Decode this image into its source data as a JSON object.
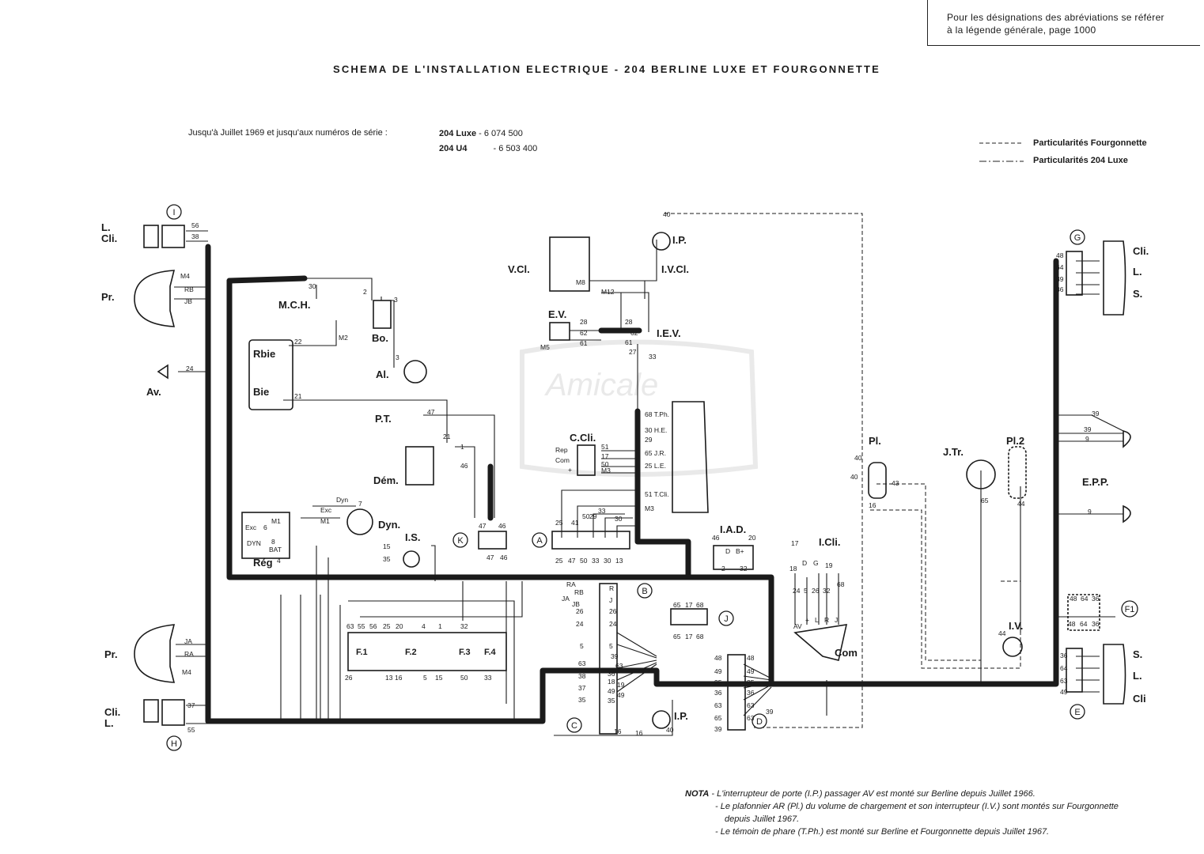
{
  "reference_note": [
    "Pour les désignations des abréviations se référer",
    "à la légende générale, page 1000"
  ],
  "title": "SCHEMA DE L'INSTALLATION ELECTRIQUE - 204 BERLINE LUXE ET FOURGONNETTE",
  "serial_intro": "Jusqu'à Juillet 1969 et jusqu'aux numéros de série :",
  "models": [
    {
      "name": "204 Luxe",
      "serial": "- 6 074 500"
    },
    {
      "name": "204 U4",
      "serial": "- 6 503 400"
    }
  ],
  "legend": [
    {
      "line": "dashed",
      "label": "Particularités Fourgonnette"
    },
    {
      "line": "dash-dot",
      "label": "Particularités 204 Luxe"
    }
  ],
  "watermark": "Amicale",
  "components": {
    "l_cli_top": "L.\nCli.",
    "pr_top": "Pr.",
    "av": "Av.",
    "pr_bottom": "Pr.",
    "cli_l_bottom": "Cli.\nL.",
    "mch": "M.C.H.",
    "rbie": "Rbie",
    "bie": "Bie",
    "bo": "Bo.",
    "al": "Al.",
    "pt": "P.T.",
    "dem": "Dém.",
    "dyn": "Dyn.",
    "reg": "Rég",
    "is": "I.S.",
    "vcl": "V.Cl.",
    "ip_top": "I.P.",
    "ivcl": "I.V.Cl.",
    "ev": "E.V.",
    "iev": "I.E.V.",
    "ccli": "C.Cli.",
    "iad": "I.A.D.",
    "icli": "I.Cli.",
    "com": "Com",
    "ip_bottom": "I.P.",
    "pl": "Pl.",
    "jtr": "J.Tr.",
    "pl2": "Pl.2",
    "iv": "I.V.",
    "epp": "E.P.P.",
    "cli_right": "Cli.",
    "l_right": "L.",
    "s_right": "S.",
    "s_right_b": "S.",
    "l_right_b": "L.",
    "cli_right_b": "Cli"
  },
  "connectors": [
    "I",
    "G",
    "K",
    "A",
    "B",
    "J",
    "C",
    "D",
    "H",
    "E",
    "F1"
  ],
  "fuses": [
    "F.1",
    "F.2",
    "F.3",
    "F.4"
  ],
  "wire_labels": {
    "top_left": [
      "56",
      "38"
    ],
    "pr_top": [
      "M4",
      "RB",
      "JB"
    ],
    "av": "24",
    "pr_bottom": [
      "JA",
      "RA",
      "M4"
    ],
    "cli_bottom": [
      "37",
      "55"
    ],
    "mch": "30",
    "bo": [
      "2",
      "3",
      "3"
    ],
    "m2": "M2",
    "rbie": "22",
    "bie": "21",
    "pt": [
      "47",
      "21"
    ],
    "dem": [
      "1",
      "46"
    ],
    "reg": [
      "Dyn",
      "Exc",
      "M1",
      "7",
      "6",
      "8",
      "Exc",
      "M1",
      "DYN",
      "BAT",
      "4"
    ],
    "is": [
      "15",
      "35"
    ],
    "k": [
      "47",
      "46",
      "47",
      "46"
    ],
    "a_top": [
      "25",
      "41",
      "50",
      "29",
      "33",
      "30"
    ],
    "a_bottom": [
      "25",
      "47",
      "50",
      "33",
      "30",
      "13"
    ],
    "vcl": [
      "M8",
      "M12"
    ],
    "ip_top": "40",
    "ev": [
      "28",
      "62",
      "61",
      "M5",
      "28",
      "62",
      "61",
      "27",
      "33"
    ],
    "ccli": [
      "Rep",
      "Com",
      "+",
      "51",
      "17",
      "50",
      "M3"
    ],
    "dash": [
      "68 T.Ph.",
      "30 H.E.",
      "29",
      "65 J.R.",
      "25 L.E.",
      "51 T.Cli.",
      "M3"
    ],
    "iad": [
      "46",
      "20",
      "D",
      "B+",
      "2",
      "32"
    ],
    "j": [
      "65",
      "17",
      "68",
      "65",
      "17",
      "68"
    ],
    "b": [
      "RA",
      "RB",
      "JA",
      "JB",
      "26",
      "24",
      "5",
      "R",
      "J",
      "26",
      "24",
      "5",
      "39"
    ],
    "c": [
      "63",
      "38",
      "37",
      "35",
      "63",
      "18",
      "49",
      "19",
      "35",
      "36",
      "49",
      "16",
      "16"
    ],
    "d": [
      "48",
      "49",
      "35",
      "36",
      "63",
      "65",
      "39",
      "48",
      "49",
      "35",
      "36",
      "63",
      "63",
      "39",
      "40"
    ],
    "fuse_top": [
      "63",
      "55",
      "56",
      "25",
      "20",
      "4",
      "1",
      "32"
    ],
    "fuse_bottom": [
      "26",
      "13",
      "16",
      "5",
      "15",
      "50",
      "33"
    ],
    "icli": [
      "17",
      "18",
      "D",
      "G",
      "19",
      "24",
      "5",
      "26",
      "32",
      "68",
      "AV",
      "+",
      "L",
      "R",
      "J"
    ],
    "pl": [
      "40",
      "40",
      "43",
      "16"
    ],
    "jtr": "65",
    "pl2": "44",
    "iv": "44",
    "g": [
      "48",
      "64",
      "39",
      "36"
    ],
    "epp": [
      "39",
      "39",
      "9",
      "9"
    ],
    "f1": [
      "48",
      "64",
      "36",
      "48",
      "64",
      "36"
    ],
    "e": [
      "36",
      "64",
      "63",
      "49"
    ]
  },
  "notes": {
    "nota": "NOTA",
    "lines": [
      "- L'interrupteur de porte (I.P.) passager AV est monté sur Berline depuis Juillet 1966.",
      "- Le plafonnier AR (Pl.) du volume de chargement et son interrupteur (I.V.) sont montés sur Fourgonnette",
      "depuis Juillet 1967.",
      "- Le témoin de phare (T.Ph.) est monté sur Berline et Fourgonnette depuis Juillet 1967."
    ]
  }
}
